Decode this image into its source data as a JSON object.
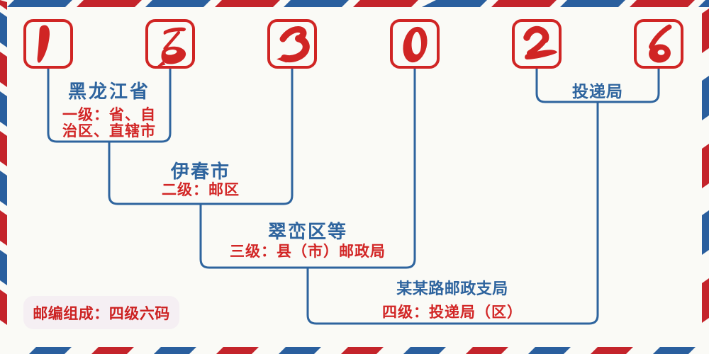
{
  "postcode": {
    "digits": [
      "1",
      "5",
      "3",
      "0",
      "2",
      "6"
    ]
  },
  "levels": [
    {
      "name": "黑龙江省",
      "desc_line1": "一级：省、自",
      "desc_line2": "治区、直辖市"
    },
    {
      "name": "伊春市",
      "desc_line1": "二级：邮区"
    },
    {
      "name": "翠峦区等",
      "desc_line1": "三级：县（市）邮政局"
    },
    {
      "name": "某某路邮政支局",
      "desc_line1": "四级：投递局（区）"
    },
    {
      "name": "投递局"
    }
  ],
  "footer": {
    "badge": "邮编组成：四级六码"
  },
  "colors": {
    "digit_red": "#d02524",
    "line_blue": "#2e649e",
    "stripe_red": "#c4242b",
    "stripe_blue": "#2a5f9e",
    "background": "#fafaf6",
    "badge_background": "#f5eff3"
  }
}
